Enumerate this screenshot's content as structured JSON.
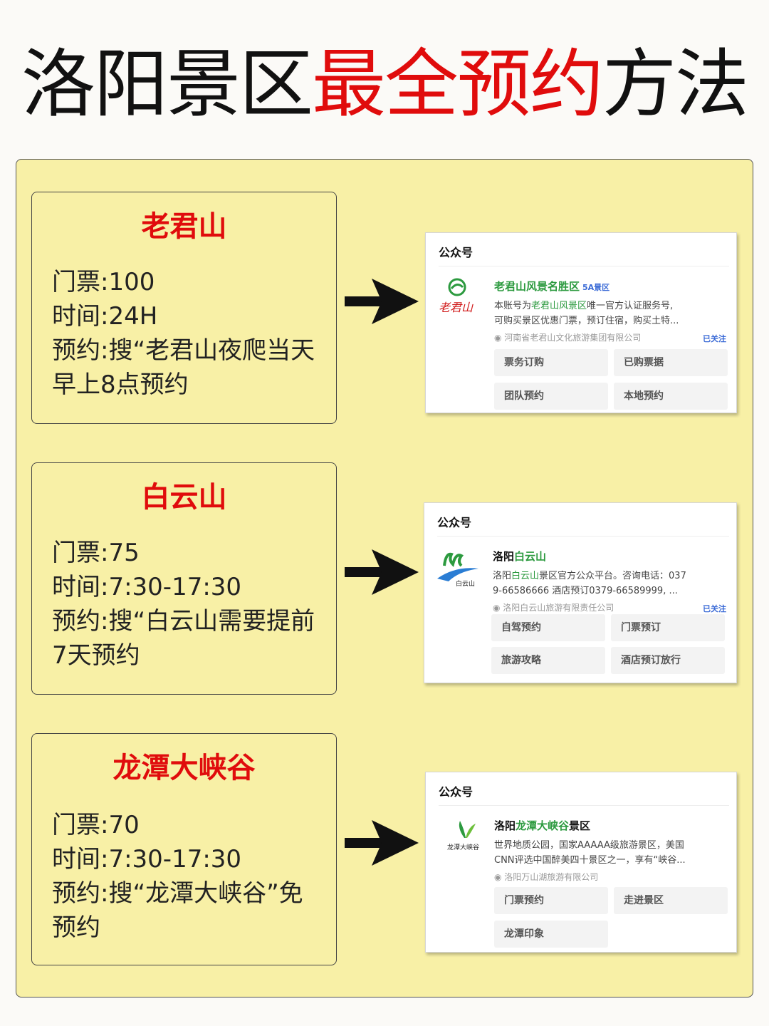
{
  "title": {
    "black": "洛阳景区",
    "red": "最全预约方法",
    "tail": "方法"
  },
  "spots": [
    {
      "name": "老君山",
      "lines": [
        "门票:100",
        "时间:24H",
        "预约:搜“老君山夜爬当天",
        "早上8点预约"
      ],
      "card": {
        "header": "公众号",
        "logo_text": "老君山",
        "account_pre": "",
        "account_green": "老君山风景名胜区",
        "account_post": "",
        "tag": "5A景区",
        "desc1_pre": "本账号为",
        "desc1_green": "老君山风景区",
        "desc1_post": "唯一官方认证服务号,",
        "desc2": "可购买景区优惠门票，预订住宿，购买土特...",
        "company": "河南省老君山文化旅游集团有限公司",
        "follow": "已关注",
        "buttons": [
          "票务订购",
          "已购票据",
          "团队预约",
          "本地预约"
        ]
      }
    },
    {
      "name": "白云山",
      "lines": [
        "门票:75",
        "时间:7:30-17:30",
        "预约:搜“白云山需要提前",
        "7天预约"
      ],
      "card": {
        "header": "公众号",
        "logo_text": "白云山",
        "account_pre": "洛阳",
        "account_green": "白云山",
        "account_post": "",
        "tag": "",
        "desc1_pre": "洛阳",
        "desc1_green": "白云山",
        "desc1_post": "景区官方公众平台。咨询电话：037",
        "desc2": "9-66586666 酒店预订0379-66589999, ...",
        "company": "洛阳白云山旅游有限责任公司",
        "follow": "已关注",
        "buttons": [
          "自驾预约",
          "门票预订",
          "旅游攻略",
          "酒店预订放行"
        ]
      }
    },
    {
      "name": "龙潭大峡谷",
      "lines": [
        "门票:70",
        "时间:7:30-17:30",
        "预约:搜“龙潭大峡谷”免",
        "预约"
      ],
      "card": {
        "header": "公众号",
        "logo_text": "龙潭大峡谷",
        "account_pre": "洛阳",
        "account_green": "龙潭大峡谷",
        "account_post": "景区",
        "tag": "",
        "desc1_pre": "世界地质公园，国家AAAAA级旅游景区，美国",
        "desc1_green": "",
        "desc1_post": "",
        "desc2": "CNN评选中国醉美四十景区之一，享有“峡谷...",
        "company": "洛阳万山湖旅游有限公司",
        "follow": "",
        "buttons": [
          "门票预约",
          "走进景区",
          "龙潭印象"
        ]
      }
    }
  ],
  "colors": {
    "red": "#e00c0c",
    "panel": "#f8f0a6",
    "green": "#2c9a3f",
    "link": "#3a6ad6"
  }
}
